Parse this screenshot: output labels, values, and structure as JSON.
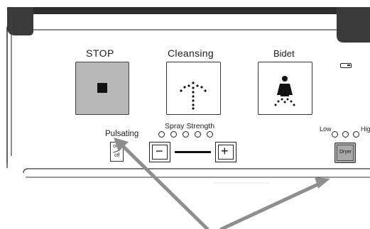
{
  "panel": {
    "stop": {
      "label": "STOP",
      "icon": "stop-square-icon"
    },
    "cleansing": {
      "label": "Cleansing",
      "icon": "cleansing-spray-icon"
    },
    "bidet": {
      "label": "Bidet",
      "icon": "bidet-person-icon"
    },
    "pulsating": {
      "label": "Pulsating",
      "switch_on": "on",
      "switch_off": "off"
    },
    "spray_strength": {
      "label": "Spray Strength",
      "levels": 5,
      "minus_symbol": "−",
      "plus_symbol": "+"
    },
    "dryer": {
      "label": "Dryer",
      "low_label": "Low",
      "high_label": "High",
      "levels": 3
    },
    "indicator": {
      "icon": "battery-indicator-icon"
    }
  },
  "colors": {
    "frame_dark": "#2e2e2e",
    "stop_tile_fill": "#b8b8b8",
    "dryer_fill": "#a9a9a9",
    "arrow": "#8e8e8e"
  },
  "annotations": {
    "arrows": [
      "pulsating-pointer-arrow",
      "dryer-pointer-arrow"
    ]
  }
}
